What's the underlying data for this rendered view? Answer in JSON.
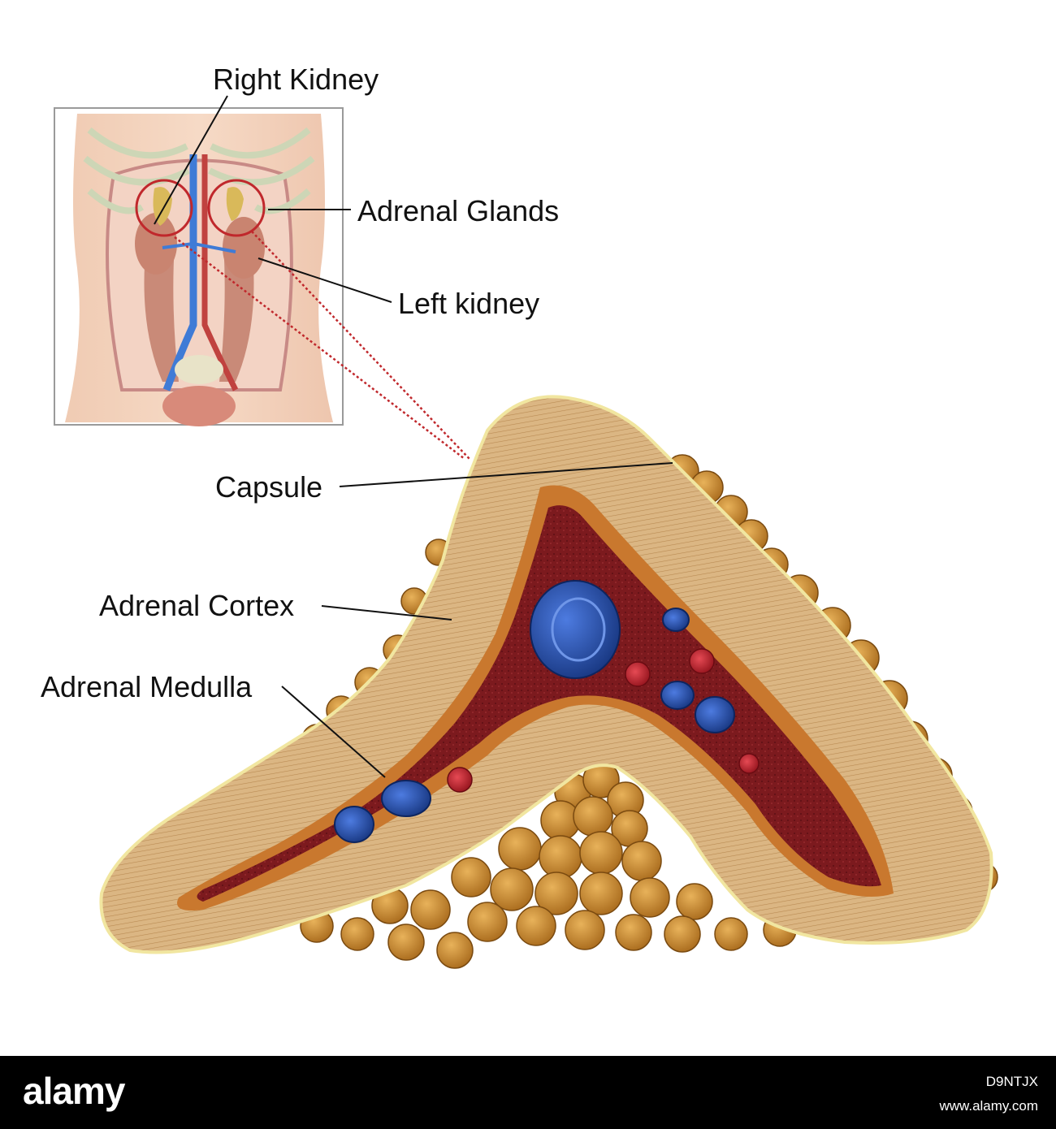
{
  "labels": {
    "right_kidney": "Right Kidney",
    "adrenal_glands": "Adrenal Glands",
    "left_kidney": "Left kidney",
    "capsule": "Capsule",
    "adrenal_cortex": "Adrenal Cortex",
    "adrenal_medulla": "Adrenal Medulla"
  },
  "footer": {
    "brand": "alamy",
    "image_id": "D9NTJX",
    "url": "www.alamy.com"
  },
  "colors": {
    "capsule_fat": "#c8903a",
    "cortex": "#dbb683",
    "medulla": "#7c1a1e",
    "vein": "#1f4ea6",
    "artery": "#c01f2c",
    "leader_line": "#111111",
    "callout_dotted": "#c0282c"
  }
}
